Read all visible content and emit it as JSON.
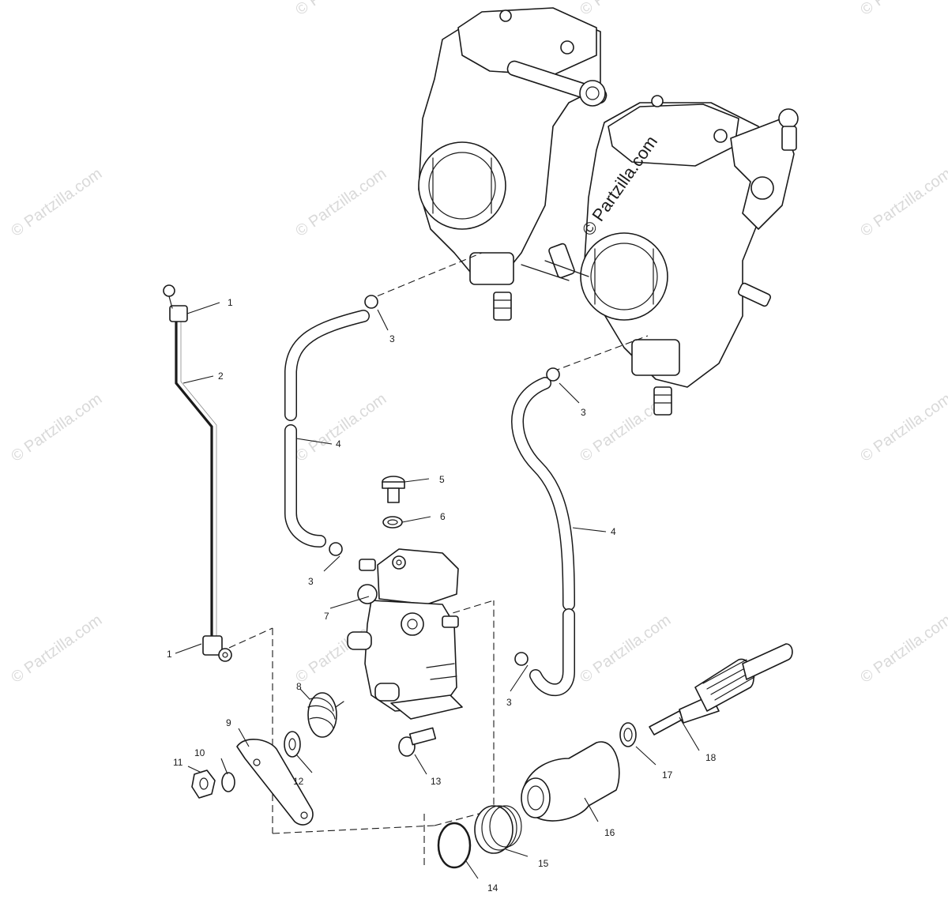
{
  "watermark": {
    "text": "© Partzilla.com",
    "color": "#d9d9d9"
  },
  "callouts": {
    "c1a": "1",
    "c1b": "1",
    "c2": "2",
    "c3a": "3",
    "c3b": "3",
    "c3c": "3",
    "c3d": "3",
    "c4a": "4",
    "c4b": "4",
    "c5": "5",
    "c6": "6",
    "c7": "7",
    "c8": "8",
    "c9": "9",
    "c10": "10",
    "c11": "11",
    "c12": "12",
    "c13": "13",
    "c14": "14",
    "c15": "15",
    "c16": "16",
    "c17": "17",
    "c18": "18"
  },
  "icons": {
    "carburetor_assembly": "carburetor-assembly-icon",
    "oil_pump": "oil-pump-icon",
    "hose": "hose-icon",
    "clamp": "clamp-icon",
    "drive_shaft": "drive-shaft-icon"
  }
}
